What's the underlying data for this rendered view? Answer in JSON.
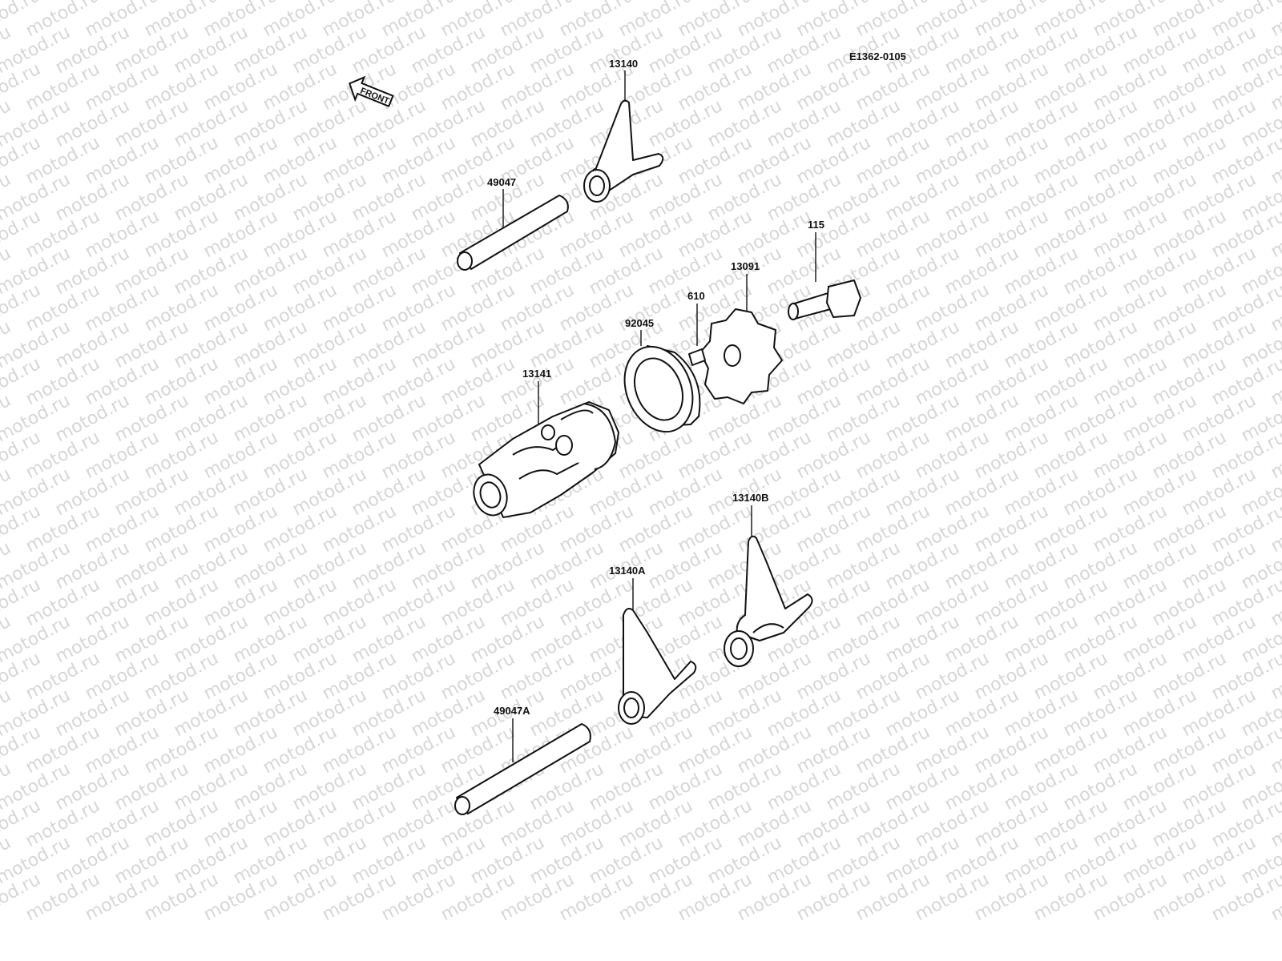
{
  "diagram": {
    "code": "E1362-0105",
    "front_label": "FRONT",
    "watermark": "motod.ru",
    "parts": [
      {
        "id": "13140",
        "label": "13140"
      },
      {
        "id": "49047",
        "label": "49047"
      },
      {
        "id": "115",
        "label": "115"
      },
      {
        "id": "13091",
        "label": "13091"
      },
      {
        "id": "610",
        "label": "610"
      },
      {
        "id": "92045",
        "label": "92045"
      },
      {
        "id": "13141",
        "label": "13141"
      },
      {
        "id": "13140B",
        "label": "13140B"
      },
      {
        "id": "13140A",
        "label": "13140A"
      },
      {
        "id": "49047A",
        "label": "49047A"
      }
    ]
  }
}
